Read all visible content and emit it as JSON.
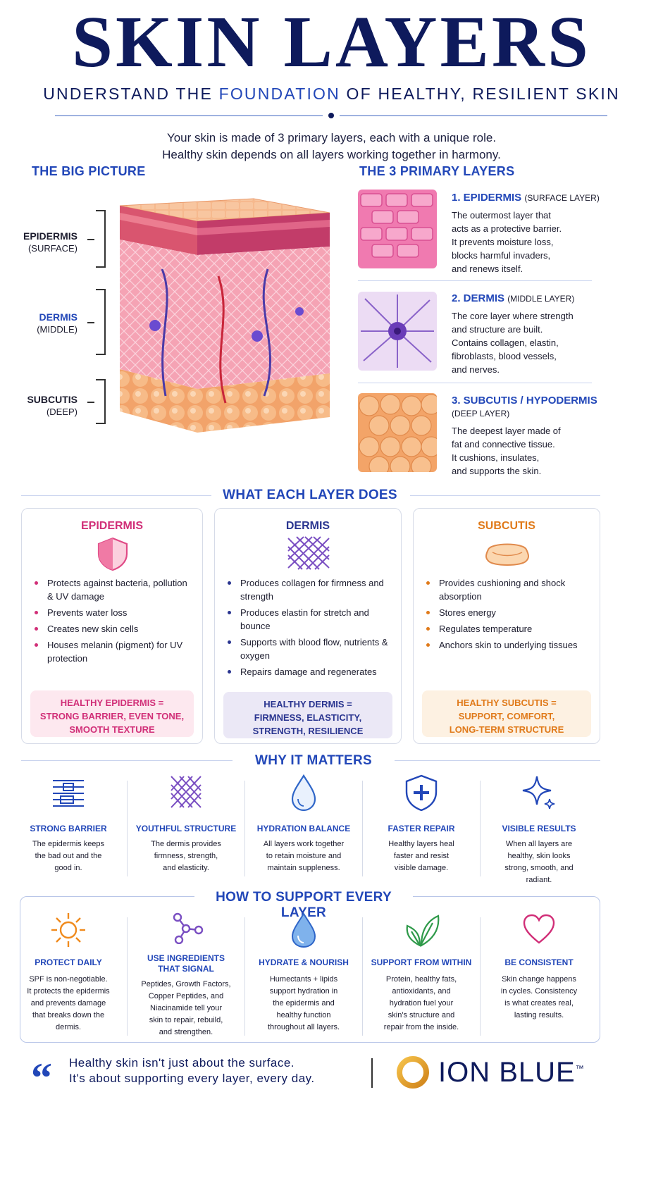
{
  "header": {
    "title": "SKIN LAYERS",
    "subtitle_pre": "UNDERSTAND THE ",
    "subtitle_hl": "FOUNDATION",
    "subtitle_post": " OF HEALTHY, RESILIENT SKIN",
    "intro_line1": "Your skin is made of 3 primary layers, each with a unique role.",
    "intro_line2": "Healthy skin depends on all layers working together in harmony."
  },
  "big_picture": {
    "heading": "THE BIG PICTURE",
    "labels": [
      {
        "name": "EPIDERMIS",
        "sub": "(SURFACE)"
      },
      {
        "name": "DERMIS",
        "sub": "(MIDDLE)"
      },
      {
        "name": "SUBCUTIS",
        "sub": "(DEEP)"
      }
    ]
  },
  "primary_layers": {
    "heading": "THE 3 PRIMARY LAYERS",
    "items": [
      {
        "title": "1. EPIDERMIS",
        "tag": "(SURFACE LAYER)",
        "lines": [
          "The outermost layer that",
          "acts as a protective barrier.",
          "It prevents moisture loss,",
          "blocks harmful invaders,",
          "and renews itself."
        ]
      },
      {
        "title": "2. DERMIS",
        "tag": "(MIDDLE LAYER)",
        "lines": [
          "The core layer where strength",
          "and structure are built.",
          "Contains collagen, elastin,",
          "fibroblasts, blood vessels,",
          "and nerves."
        ]
      },
      {
        "title": "3. SUBCUTIS / HYPODERMIS",
        "tag": "(DEEP LAYER)",
        "lines": [
          "The deepest layer made of",
          "fat and connective tissue.",
          "It cushions, insulates,",
          "and supports the skin."
        ]
      }
    ]
  },
  "what_each": {
    "heading": "WHAT EACH LAYER DOES",
    "cards": [
      {
        "title": "EPIDERMIS",
        "color": "#d12f78",
        "tint": "#fde8ef",
        "bullets": [
          "Protects against bacteria, pollution & UV damage",
          "Prevents water loss",
          "Creates new skin cells",
          "Houses melanin (pigment) for UV protection"
        ],
        "foot": [
          "HEALTHY EPIDERMIS =",
          "STRONG BARRIER, EVEN TONE,",
          "SMOOTH TEXTURE"
        ]
      },
      {
        "title": "DERMIS",
        "color": "#2a3590",
        "tint": "#ebe8f6",
        "bullets": [
          "Produces collagen for firmness and strength",
          "Produces elastin for stretch and bounce",
          "Supports with blood flow, nutrients & oxygen",
          "Repairs damage and regenerates"
        ],
        "foot": [
          "HEALTHY DERMIS =",
          "FIRMNESS, ELASTICITY,",
          "STRENGTH, RESILIENCE"
        ]
      },
      {
        "title": "SUBCUTIS",
        "color": "#e07a1a",
        "tint": "#fdf1e2",
        "bullets": [
          "Provides cushioning and shock absorption",
          "Stores energy",
          "Regulates temperature",
          "Anchors skin to underlying tissues"
        ],
        "foot": [
          "HEALTHY SUBCUTIS =",
          "SUPPORT, COMFORT,",
          "LONG-TERM STRUCTURE"
        ]
      }
    ]
  },
  "why": {
    "heading": "WHY IT MATTERS",
    "items": [
      {
        "icon": "barrier-icon",
        "title": "STRONG BARRIER",
        "desc": [
          "The epidermis keeps",
          "the bad out and the",
          "good in."
        ]
      },
      {
        "icon": "mesh-icon",
        "title": "YOUTHFUL STRUCTURE",
        "desc": [
          "The dermis provides",
          "firmness, strength,",
          "and elasticity."
        ]
      },
      {
        "icon": "droplet-icon",
        "title": "HYDRATION BALANCE",
        "desc": [
          "All layers work together",
          "to retain moisture and",
          "maintain suppleness."
        ]
      },
      {
        "icon": "shield-plus-icon",
        "title": "FASTER REPAIR",
        "desc": [
          "Healthy layers heal",
          "faster and resist",
          "visible damage."
        ]
      },
      {
        "icon": "sparkle-icon",
        "title": "VISIBLE RESULTS",
        "desc": [
          "When all layers are",
          "healthy, skin looks",
          "strong, smooth, and",
          "radiant."
        ]
      }
    ]
  },
  "how": {
    "heading": "HOW TO SUPPORT EVERY LAYER",
    "items": [
      {
        "icon": "sun-icon",
        "title": [
          "PROTECT DAILY"
        ],
        "desc": [
          "SPF is non-negotiable.",
          "It protects the epidermis",
          "and prevents damage",
          "that breaks down the",
          "dermis."
        ]
      },
      {
        "icon": "molecule-icon",
        "title": [
          "USE INGREDIENTS",
          "THAT SIGNAL"
        ],
        "desc": [
          "Peptides, Growth Factors,",
          "Copper Peptides, and",
          "Niacinamide tell your",
          "skin to repair, rebuild,",
          "and strengthen."
        ]
      },
      {
        "icon": "droplet-icon",
        "title": [
          "HYDRATE & NOURISH"
        ],
        "desc": [
          "Humectants + lipids",
          "support hydration in",
          "the epidermis and",
          "healthy function",
          "throughout all layers."
        ]
      },
      {
        "icon": "leaf-icon",
        "title": [
          "SUPPORT FROM WITHIN"
        ],
        "desc": [
          "Protein, healthy fats,",
          "antioxidants, and",
          "hydration fuel your",
          "skin's structure and",
          "repair from the inside."
        ]
      },
      {
        "icon": "heart-icon",
        "title": [
          "BE CONSISTENT"
        ],
        "desc": [
          "Skin change happens",
          "in cycles. Consistency",
          "is what creates real,",
          "lasting results."
        ]
      }
    ]
  },
  "footer": {
    "quote_line1": "Healthy skin isn't just about the surface.",
    "quote_line2": "It's about supporting every layer, every day.",
    "brand": "ION BLUE",
    "tm": "™"
  }
}
